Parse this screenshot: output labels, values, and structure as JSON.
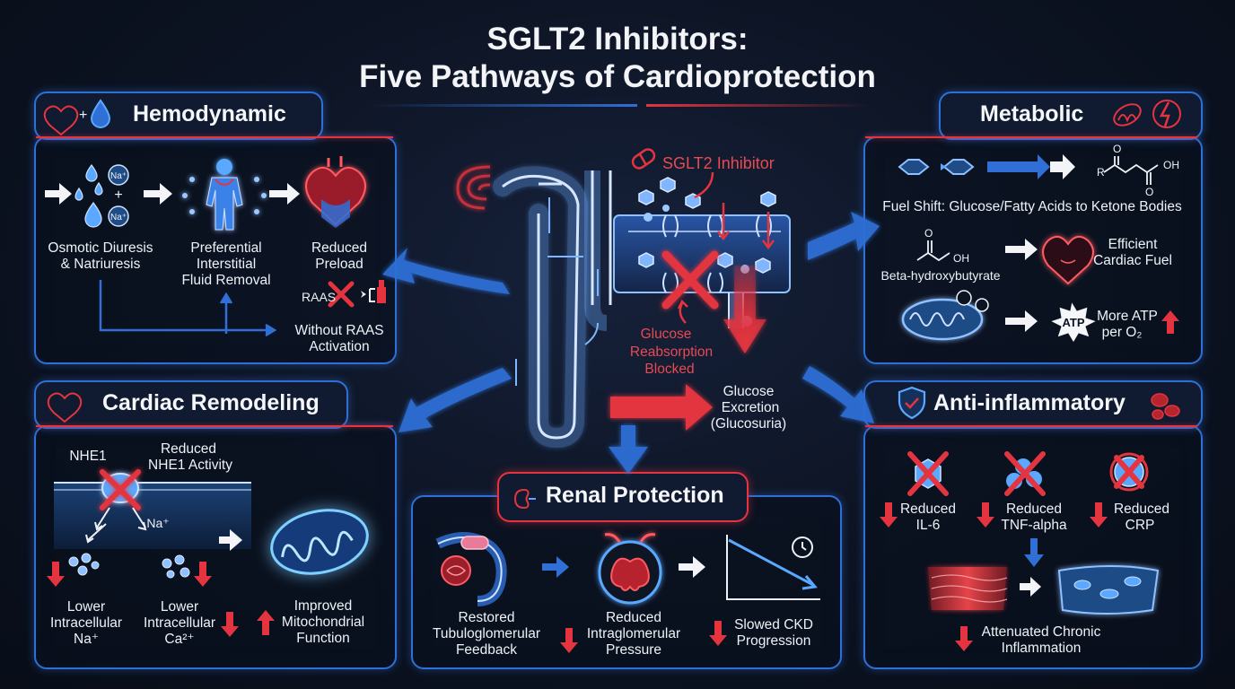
{
  "title": {
    "line1": "SGLT2 Inhibitors:",
    "line2": "Five Pathways of Cardioprotection"
  },
  "center": {
    "drug_label": "SGLT2 Inhibitor",
    "blocked_label": [
      "Glucose",
      "Reabsorption",
      "Blocked"
    ],
    "excretion_label": [
      "Glucose",
      "Excretion",
      "(Glucosuria)"
    ]
  },
  "hemodynamic": {
    "title": "Hemodynamic",
    "step1": [
      "Osmotic Diuresis",
      "& Natriuresis"
    ],
    "step2": [
      "Preferential",
      "Interstitial",
      "Fluid Removal"
    ],
    "step3": [
      "Reduced",
      "Preload"
    ],
    "raas_tag": "RAAS",
    "step4": [
      "Without RAAS",
      "Activation"
    ],
    "ion_na": "Na⁺"
  },
  "metabolic": {
    "title": "Metabolic",
    "fuel_shift": "Fuel Shift: Glucose/Fatty Acids to Ketone Bodies",
    "ketone_tag": "OH",
    "bhb": "Beta-hydroxybutyrate",
    "cardiac_fuel": [
      "Efficient",
      "Cardiac Fuel"
    ],
    "atp": "ATP",
    "more_atp": [
      "More ATP",
      "per O₂"
    ]
  },
  "remodeling": {
    "title": "Cardiac Remodeling",
    "nhe1": "NHE1",
    "reduced_nhe1": [
      "Reduced",
      "NHE1 Activity"
    ],
    "na_ion": "Na⁺",
    "lower_na": [
      "Lower",
      "Intracellular",
      "Na⁺"
    ],
    "lower_ca": [
      "Lower",
      "Intracellular",
      "Ca²⁺"
    ],
    "mito": [
      "Improved",
      "Mitochondrial",
      "Function"
    ]
  },
  "renal": {
    "title": "Renal Protection",
    "tgf": [
      "Restored",
      "Tubuloglomerular",
      "Feedback"
    ],
    "pressure": [
      "Reduced",
      "Intraglomerular",
      "Pressure"
    ],
    "ckd": [
      "Slowed CKD",
      "Progression"
    ]
  },
  "inflammation": {
    "title": "Anti-inflammatory",
    "il6": [
      "Reduced",
      "IL-6"
    ],
    "tnf": [
      "Reduced",
      "TNF-alpha"
    ],
    "crp": [
      "Reduced",
      "CRP"
    ],
    "chronic": [
      "Attenuated Chronic",
      "Inflammation"
    ]
  },
  "colors": {
    "blue": "#2f6fd6",
    "red": "#e3343f",
    "cyan": "#5aa8ff",
    "background": "#0c1322"
  }
}
